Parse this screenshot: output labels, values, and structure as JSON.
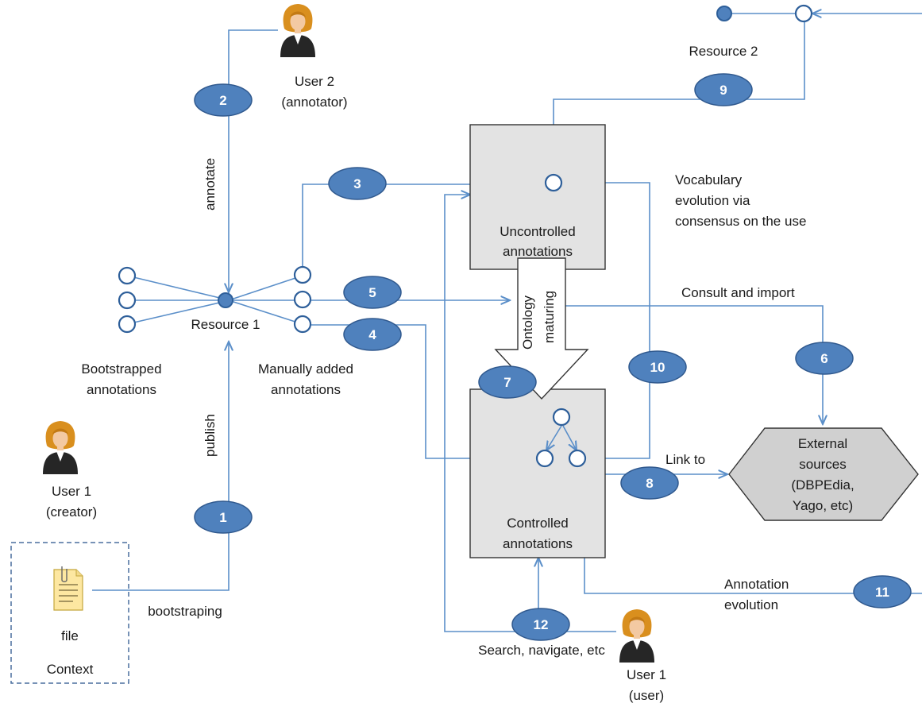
{
  "labels": {
    "user2_name": "User 2",
    "user2_role": "(annotator)",
    "annotate": "annotate",
    "resource1": "Resource 1",
    "resource2": "Resource 2",
    "bootstrapped_1": "Bootstrapped",
    "bootstrapped_2": "annotations",
    "manual_1": "Manually added",
    "manual_2": "annotations",
    "publish": "publish",
    "user1_creator_name": "User 1",
    "user1_creator_role": "(creator)",
    "bootstraping": "bootstraping",
    "file": "file",
    "context": "Context",
    "uncontrolled_1": "Uncontrolled",
    "uncontrolled_2": "annotations",
    "ontology_1": "Ontology",
    "ontology_2": "maturing",
    "controlled_1": "Controlled",
    "controlled_2": "annotations",
    "vocab_1": "Vocabulary",
    "vocab_2": "evolution via",
    "vocab_3": "consensus on the use",
    "consult": "Consult and import",
    "link_to": "Link to",
    "external_1": "External",
    "external_2": "sources",
    "external_3": "(DBPEdia,",
    "external_4": "Yago, etc)",
    "annotation_evo_1": "Annotation",
    "annotation_evo_2": "evolution",
    "search": "Search, navigate, etc",
    "user1_user_name": "User 1",
    "user1_user_role": "(user)"
  },
  "steps": [
    "1",
    "2",
    "3",
    "4",
    "5",
    "6",
    "7",
    "8",
    "9",
    "10",
    "11",
    "12"
  ],
  "colors": {
    "badge_fill": "#4f81bd",
    "line": "#5b8fc9",
    "box_fill": "#e3e3e3",
    "hexagon_fill": "#d0d0d0"
  },
  "icons": [
    "user-icon",
    "file-icon"
  ]
}
